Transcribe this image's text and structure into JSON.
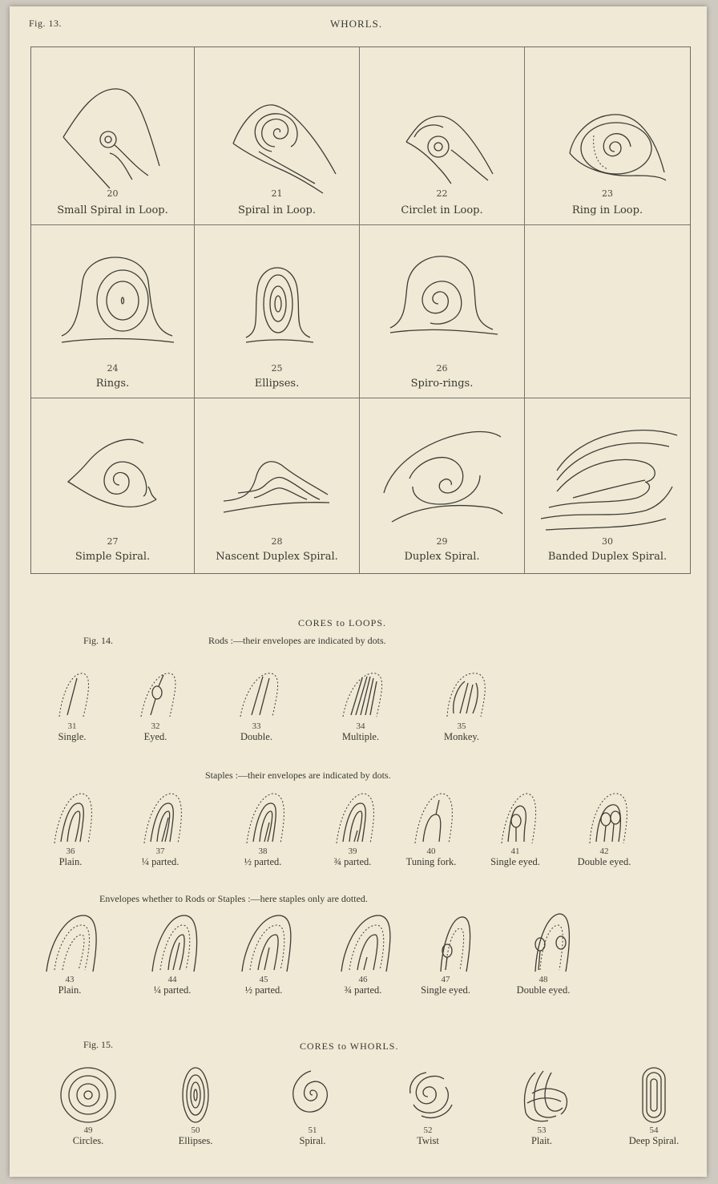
{
  "header": {
    "fig": "Fig. 13.",
    "title": "WHORLS."
  },
  "whorls": [
    {
      "num": "20",
      "label": "Small Spiral in Loop."
    },
    {
      "num": "21",
      "label": "Spiral in Loop."
    },
    {
      "num": "22",
      "label": "Circlet in Loop."
    },
    {
      "num": "23",
      "label": "Ring in Loop."
    },
    {
      "num": "24",
      "label": "Rings."
    },
    {
      "num": "25",
      "label": "Ellipses."
    },
    {
      "num": "26",
      "label": "Spiro-rings."
    },
    {
      "num": "27",
      "label": "Simple Spiral."
    },
    {
      "num": "28",
      "label": "Nascent Duplex Spiral."
    },
    {
      "num": "29",
      "label": "Duplex Spiral."
    },
    {
      "num": "30",
      "label": "Banded Duplex Spiral."
    }
  ],
  "fig14": {
    "title": "CORES to LOOPS.",
    "fig": "Fig. 14.",
    "rods_note": "Rods :—their envelopes are indicated by dots.",
    "rods": [
      {
        "num": "31",
        "label": "Single."
      },
      {
        "num": "32",
        "label": "Eyed."
      },
      {
        "num": "33",
        "label": "Double."
      },
      {
        "num": "34",
        "label": "Multiple."
      },
      {
        "num": "35",
        "label": "Monkey."
      }
    ],
    "staples_note": "Staples :—their envelopes are indicated by dots.",
    "staples": [
      {
        "num": "36",
        "label": "Plain."
      },
      {
        "num": "37",
        "label": "¼ parted."
      },
      {
        "num": "38",
        "label": "½ parted."
      },
      {
        "num": "39",
        "label": "¾ parted."
      },
      {
        "num": "40",
        "label": "Tuning fork."
      },
      {
        "num": "41",
        "label": "Single eyed."
      },
      {
        "num": "42",
        "label": "Double eyed."
      }
    ],
    "env_note": "Envelopes whether to Rods or Staples :—here staples only are dotted.",
    "envelopes": [
      {
        "num": "43",
        "label": "Plain."
      },
      {
        "num": "44",
        "label": "¼ parted."
      },
      {
        "num": "45",
        "label": "½ parted."
      },
      {
        "num": "46",
        "label": "¾ parted."
      },
      {
        "num": "47",
        "label": "Single eyed."
      },
      {
        "num": "48",
        "label": "Double eyed."
      }
    ]
  },
  "fig15": {
    "fig": "Fig. 15.",
    "title": "CORES to WHORLS.",
    "items": [
      {
        "num": "49",
        "label": "Circles."
      },
      {
        "num": "50",
        "label": "Ellipses."
      },
      {
        "num": "51",
        "label": "Spiral."
      },
      {
        "num": "52",
        "label": "Twist"
      },
      {
        "num": "53",
        "label": "Plait."
      },
      {
        "num": "54",
        "label": "Deep Spiral."
      }
    ]
  }
}
